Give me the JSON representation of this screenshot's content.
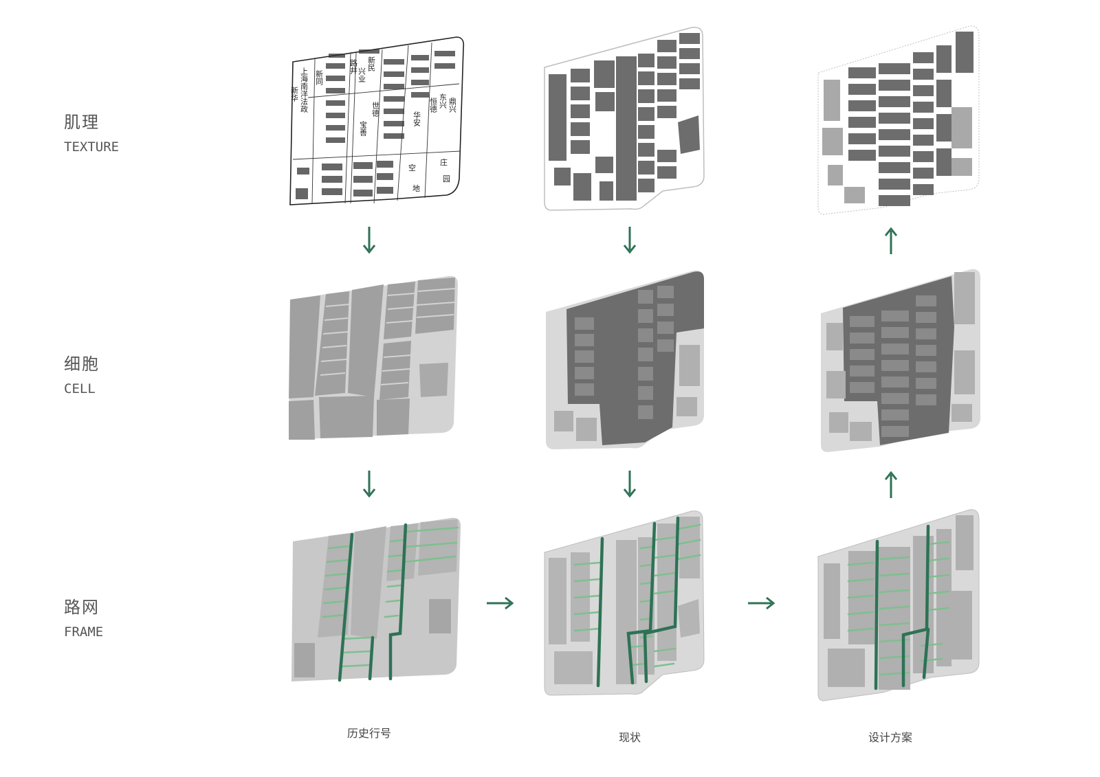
{
  "rows": [
    {
      "zh": "肌理",
      "en": "TEXTURE"
    },
    {
      "zh": "细胞",
      "en": "CELL"
    },
    {
      "zh": "路网",
      "en": "FRAME"
    }
  ],
  "columns": [
    {
      "label": "历史行号"
    },
    {
      "label": "现状"
    },
    {
      "label": "设计方案"
    }
  ],
  "historic_map_text": [
    "上海南洋法政",
    "新华",
    "新同",
    "路井",
    "兴业",
    "新民",
    "世德",
    "宝善",
    "华安",
    "东兴",
    "恒德",
    "鼎兴",
    "空地",
    "空",
    "地",
    "庄",
    "园"
  ],
  "colors": {
    "accent_green": "#2e7256",
    "road_green_light": "#7fbf8f",
    "building_dark": "#6d6d6d",
    "cell_gray": "#9a9a9a",
    "block_light": "#d9d9d9",
    "outline": "#bdbdbd"
  },
  "arrows": [
    {
      "direction": "down",
      "name": "arrow-texture-cell-historic"
    },
    {
      "direction": "down",
      "name": "arrow-texture-cell-current"
    },
    {
      "direction": "up",
      "name": "arrow-cell-texture-design"
    },
    {
      "direction": "down",
      "name": "arrow-cell-frame-historic"
    },
    {
      "direction": "down",
      "name": "arrow-cell-frame-current"
    },
    {
      "direction": "up",
      "name": "arrow-frame-cell-design"
    },
    {
      "direction": "right",
      "name": "arrow-frame-historic-current"
    },
    {
      "direction": "right",
      "name": "arrow-frame-current-design"
    }
  ]
}
